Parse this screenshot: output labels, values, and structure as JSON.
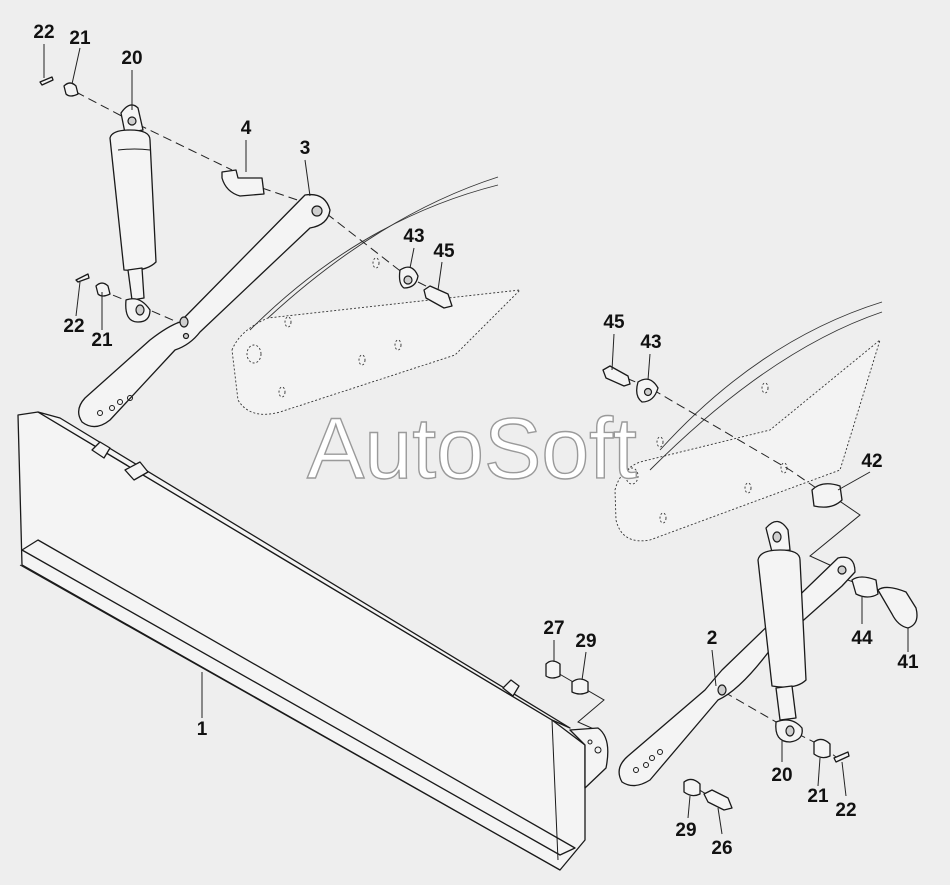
{
  "watermark": "AutoSoft",
  "callouts": [
    {
      "id": "c22a",
      "text": "22"
    },
    {
      "id": "c21a",
      "text": "21"
    },
    {
      "id": "c20a",
      "text": "20"
    },
    {
      "id": "c4",
      "text": "4"
    },
    {
      "id": "c3",
      "text": "3"
    },
    {
      "id": "c43a",
      "text": "43"
    },
    {
      "id": "c45a",
      "text": "45"
    },
    {
      "id": "c22b",
      "text": "22"
    },
    {
      "id": "c21b",
      "text": "21"
    },
    {
      "id": "c45b",
      "text": "45"
    },
    {
      "id": "c43b",
      "text": "43"
    },
    {
      "id": "c42",
      "text": "42"
    },
    {
      "id": "c44",
      "text": "44"
    },
    {
      "id": "c41",
      "text": "41"
    },
    {
      "id": "c27",
      "text": "27"
    },
    {
      "id": "c29a",
      "text": "29"
    },
    {
      "id": "c2",
      "text": "2"
    },
    {
      "id": "c1",
      "text": "1"
    },
    {
      "id": "c20b",
      "text": "20"
    },
    {
      "id": "c21c",
      "text": "21"
    },
    {
      "id": "c22c",
      "text": "22"
    },
    {
      "id": "c29b",
      "text": "29"
    },
    {
      "id": "c26",
      "text": "26"
    }
  ]
}
